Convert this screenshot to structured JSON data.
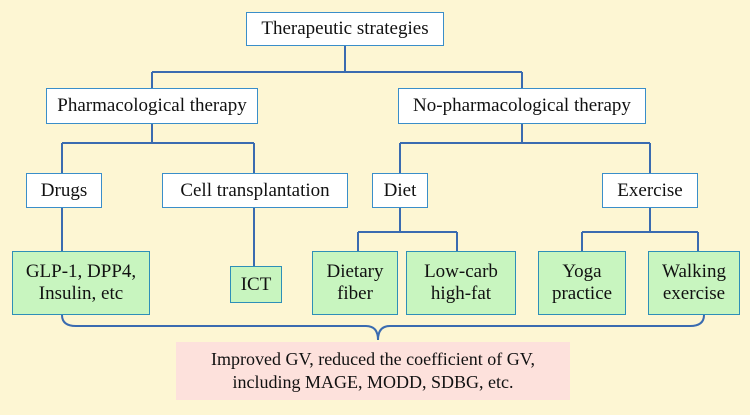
{
  "nodes": {
    "root": "Therapeutic strategies",
    "pharm": "Pharmacological therapy",
    "nonpharm": "No-pharmacological therapy",
    "drugs": "Drugs",
    "cell": "Cell transplantation",
    "diet": "Diet",
    "exercise": "Exercise",
    "glp": [
      "GLP-1, DPP4,",
      "Insulin, etc"
    ],
    "ict": "ICT",
    "fiber": [
      "Dietary",
      "fiber"
    ],
    "lowcarb": [
      "Low-carb",
      "high-fat"
    ],
    "yoga": [
      "Yoga",
      "practice"
    ],
    "walking": [
      "Walking",
      "exercise"
    ],
    "result": [
      "Improved GV, reduced the coefficient of GV,",
      "including MAGE, MODD, SDBG, etc."
    ]
  },
  "colors": {
    "background": "#fdf6d3",
    "connector": "#3a6bb0",
    "box_border": "#3a8ec9",
    "leaf_fill": "#c8f5bf",
    "result_fill": "#fde1dc"
  }
}
